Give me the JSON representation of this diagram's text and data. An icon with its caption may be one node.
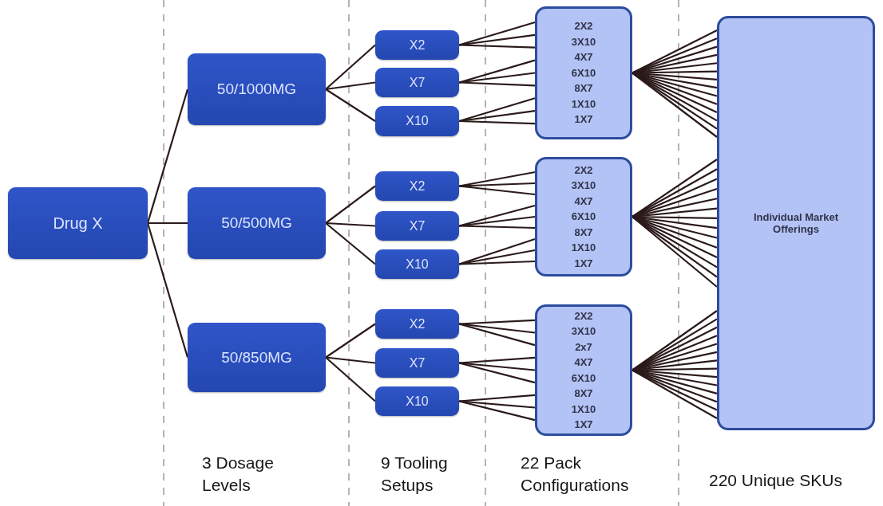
{
  "diagram": {
    "nodes": [
      {
        "text": [
          "Drug X"
        ]
      },
      {
        "text": [
          "50/1000MG"
        ]
      },
      {
        "text": [
          "50/500MG"
        ]
      },
      {
        "text": [
          "50/850MG"
        ]
      },
      {
        "text": [
          "X2"
        ]
      },
      {
        "text": [
          "X7"
        ]
      },
      {
        "text": [
          "X10"
        ]
      },
      {
        "text": [
          "X2"
        ]
      },
      {
        "text": [
          "X7"
        ]
      },
      {
        "text": [
          "X10"
        ]
      },
      {
        "text": [
          "X2"
        ]
      },
      {
        "text": [
          "X7"
        ]
      },
      {
        "text": [
          "X10"
        ]
      },
      {
        "text": [
          "2X2",
          "3X10",
          "4X7",
          "6X10",
          "8X7",
          "1X10",
          "1X7"
        ]
      },
      {
        "text": [
          "2X2",
          "3X10",
          "4X7",
          "6X10",
          "8X7",
          "1X10",
          "1X7"
        ]
      },
      {
        "text": [
          "2X2",
          "3X10",
          "2x7",
          "4X7",
          "6X10",
          "8X7",
          "1X10",
          "1X7"
        ]
      },
      {
        "text": [
          "Individual Market Offerings"
        ]
      }
    ],
    "edges": [
      {
        "from": 0,
        "to": 1,
        "arrow": "none"
      },
      {
        "from": 0,
        "to": 2,
        "arrow": "none"
      },
      {
        "from": 0,
        "to": 3,
        "arrow": "none"
      },
      {
        "from": 1,
        "to": 4,
        "arrow": "none"
      },
      {
        "from": 1,
        "to": 5,
        "arrow": "none"
      },
      {
        "from": 1,
        "to": 6,
        "arrow": "none"
      },
      {
        "from": 2,
        "to": 7,
        "arrow": "none"
      },
      {
        "from": 2,
        "to": 8,
        "arrow": "none"
      },
      {
        "from": 2,
        "to": 9,
        "arrow": "none"
      },
      {
        "from": 3,
        "to": 10,
        "arrow": "none"
      },
      {
        "from": 3,
        "to": 11,
        "arrow": "none"
      },
      {
        "from": 3,
        "to": 12,
        "arrow": "none"
      },
      {
        "from": 4,
        "to": 13,
        "arrow": "none"
      },
      {
        "from": 4,
        "to": 13,
        "arrow": "none"
      },
      {
        "from": 4,
        "to": 13,
        "arrow": "none"
      },
      {
        "from": 5,
        "to": 13,
        "arrow": "none"
      },
      {
        "from": 5,
        "to": 13,
        "arrow": "none"
      },
      {
        "from": 5,
        "to": 13,
        "arrow": "none"
      },
      {
        "from": 6,
        "to": 13,
        "arrow": "none"
      },
      {
        "from": 6,
        "to": 13,
        "arrow": "none"
      },
      {
        "from": 6,
        "to": 13,
        "arrow": "none"
      },
      {
        "from": 7,
        "to": 14,
        "arrow": "none"
      },
      {
        "from": 7,
        "to": 14,
        "arrow": "none"
      },
      {
        "from": 7,
        "to": 14,
        "arrow": "none"
      },
      {
        "from": 8,
        "to": 14,
        "arrow": "none"
      },
      {
        "from": 8,
        "to": 14,
        "arrow": "none"
      },
      {
        "from": 8,
        "to": 14,
        "arrow": "none"
      },
      {
        "from": 9,
        "to": 14,
        "arrow": "none"
      },
      {
        "from": 9,
        "to": 14,
        "arrow": "none"
      },
      {
        "from": 9,
        "to": 14,
        "arrow": "none"
      },
      {
        "from": 10,
        "to": 15,
        "arrow": "none"
      },
      {
        "from": 10,
        "to": 15,
        "arrow": "none"
      },
      {
        "from": 10,
        "to": 15,
        "arrow": "none"
      },
      {
        "from": 11,
        "to": 15,
        "arrow": "none"
      },
      {
        "from": 11,
        "to": 15,
        "arrow": "none"
      },
      {
        "from": 11,
        "to": 15,
        "arrow": "none"
      },
      {
        "from": 12,
        "to": 15,
        "arrow": "none"
      },
      {
        "from": 12,
        "to": 15,
        "arrow": "none"
      },
      {
        "from": 12,
        "to": 15,
        "arrow": "none"
      },
      {
        "from": 13,
        "to": 16,
        "arrow": "none"
      },
      {
        "from": 13,
        "to": 16,
        "arrow": "none"
      },
      {
        "from": 13,
        "to": 16,
        "arrow": "none"
      },
      {
        "from": 13,
        "to": 16,
        "arrow": "none"
      },
      {
        "from": 13,
        "to": 16,
        "arrow": "none"
      },
      {
        "from": 13,
        "to": 16,
        "arrow": "none"
      },
      {
        "from": 13,
        "to": 16,
        "arrow": "none"
      },
      {
        "from": 13,
        "to": 16,
        "arrow": "none"
      },
      {
        "from": 13,
        "to": 16,
        "arrow": "none"
      },
      {
        "from": 13,
        "to": 16,
        "arrow": "none"
      },
      {
        "from": 13,
        "to": 16,
        "arrow": "none"
      },
      {
        "from": 13,
        "to": 16,
        "arrow": "none"
      },
      {
        "from": 13,
        "to": 16,
        "arrow": "none"
      },
      {
        "from": 13,
        "to": 16,
        "arrow": "none"
      },
      {
        "from": 14,
        "to": 16,
        "arrow": "none"
      },
      {
        "from": 14,
        "to": 16,
        "arrow": "none"
      },
      {
        "from": 14,
        "to": 16,
        "arrow": "none"
      },
      {
        "from": 14,
        "to": 16,
        "arrow": "none"
      },
      {
        "from": 14,
        "to": 16,
        "arrow": "none"
      },
      {
        "from": 14,
        "to": 16,
        "arrow": "none"
      },
      {
        "from": 14,
        "to": 16,
        "arrow": "none"
      },
      {
        "from": 14,
        "to": 16,
        "arrow": "none"
      },
      {
        "from": 14,
        "to": 16,
        "arrow": "none"
      },
      {
        "from": 14,
        "to": 16,
        "arrow": "none"
      },
      {
        "from": 14,
        "to": 16,
        "arrow": "none"
      },
      {
        "from": 14,
        "to": 16,
        "arrow": "none"
      },
      {
        "from": 14,
        "to": 16,
        "arrow": "none"
      },
      {
        "from": 14,
        "to": 16,
        "arrow": "none"
      },
      {
        "from": 15,
        "to": 16,
        "arrow": "none"
      },
      {
        "from": 15,
        "to": 16,
        "arrow": "none"
      },
      {
        "from": 15,
        "to": 16,
        "arrow": "none"
      },
      {
        "from": 15,
        "to": 16,
        "arrow": "none"
      },
      {
        "from": 15,
        "to": 16,
        "arrow": "none"
      },
      {
        "from": 15,
        "to": 16,
        "arrow": "none"
      },
      {
        "from": 15,
        "to": 16,
        "arrow": "none"
      },
      {
        "from": 15,
        "to": 16,
        "arrow": "none"
      },
      {
        "from": 15,
        "to": 16,
        "arrow": "none"
      },
      {
        "from": 15,
        "to": 16,
        "arrow": "none"
      },
      {
        "from": 15,
        "to": 16,
        "arrow": "none"
      },
      {
        "from": 15,
        "to": 16,
        "arrow": "none"
      },
      {
        "from": 15,
        "to": 16,
        "arrow": "none"
      },
      {
        "from": 15,
        "to": 16,
        "arrow": "none"
      }
    ],
    "labels": [
      "3 Dosage Levels",
      "9 Tooling Setups",
      "22 Pack Configurations",
      "220 Unique SKUs"
    ]
  }
}
